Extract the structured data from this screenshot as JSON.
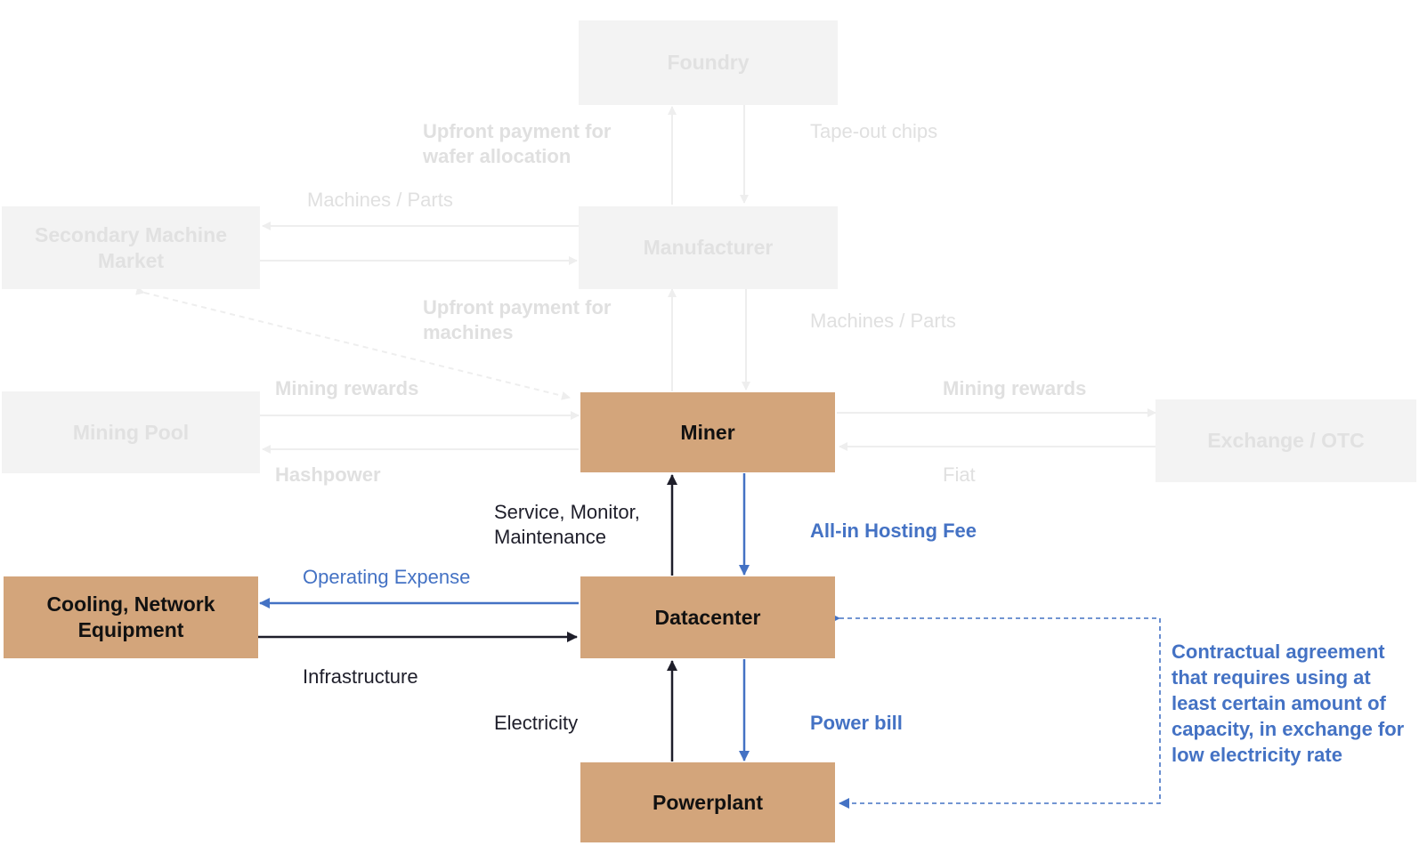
{
  "nodes": {
    "foundry": "Foundry",
    "manufacturer": "Manufacturer",
    "secondary_market": "Secondary Machine Market",
    "mining_pool": "Mining Pool",
    "miner": "Miner",
    "exchange": "Exchange / OTC",
    "datacenter": "Datacenter",
    "cooling": "Cooling, Network Equipment",
    "powerplant": "Powerplant"
  },
  "edges": {
    "upfront_wafer": "Upfront payment for wafer allocation",
    "tapeout": "Tape-out chips",
    "machines_parts_secondary": "Machines / Parts",
    "upfront_machines": "Upfront payment for machines",
    "machines_parts_miner": "Machines / Parts",
    "mining_rewards_pool": "Mining rewards",
    "hashpower": "Hashpower",
    "mining_rewards_exchange": "Mining rewards",
    "fiat": "Fiat",
    "service_monitor": "Service, Monitor, Maintenance",
    "hosting_fee": "All-in Hosting Fee",
    "operating_expense": "Operating Expense",
    "infrastructure": "Infrastructure",
    "electricity": "Electricity",
    "power_bill": "Power bill",
    "contract": "Contractual agreement that requires using at least certain amount of capacity, in exchange for low electricity rate"
  },
  "colors": {
    "active_node": "#d3a57b",
    "faded_node": "#f3f3f3",
    "faded_text": "#e0e0e0",
    "accent_blue": "#4472c4",
    "dark_arrow": "#1e1e2a"
  }
}
